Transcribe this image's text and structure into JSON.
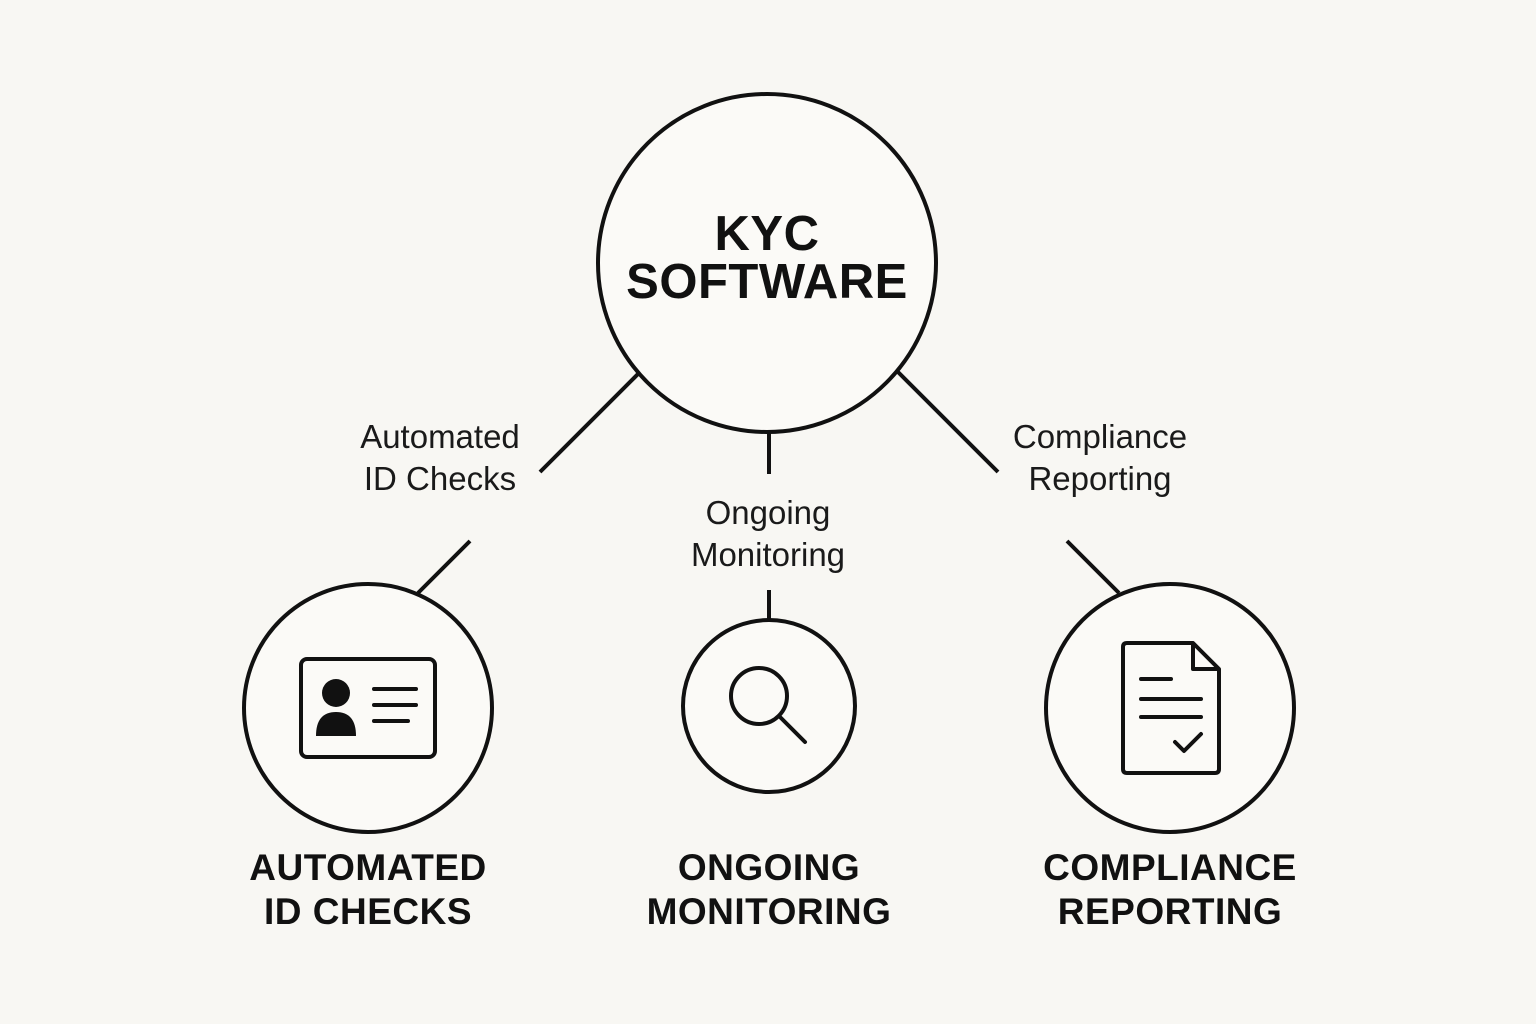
{
  "center": {
    "line1": "KYC",
    "line2": "SOFTWARE"
  },
  "edges": {
    "id_checks": {
      "line1": "Automated",
      "line2": "ID Checks"
    },
    "monitoring": {
      "line1": "Ongoing",
      "line2": "Monitoring"
    },
    "reporting": {
      "line1": "Compliance",
      "line2": "Reporting"
    }
  },
  "nodes": {
    "id_checks": {
      "line1": "AUTOMATED",
      "line2": "ID CHECKS",
      "icon": "id-card-icon"
    },
    "monitoring": {
      "line1": "ONGOING",
      "line2": "MONITORING",
      "icon": "magnifier-icon"
    },
    "reporting": {
      "line1": "COMPLIANCE",
      "line2": "REPORTING",
      "icon": "document-check-icon"
    }
  },
  "colors": {
    "background": "#f8f7f3",
    "stroke": "#111111"
  }
}
